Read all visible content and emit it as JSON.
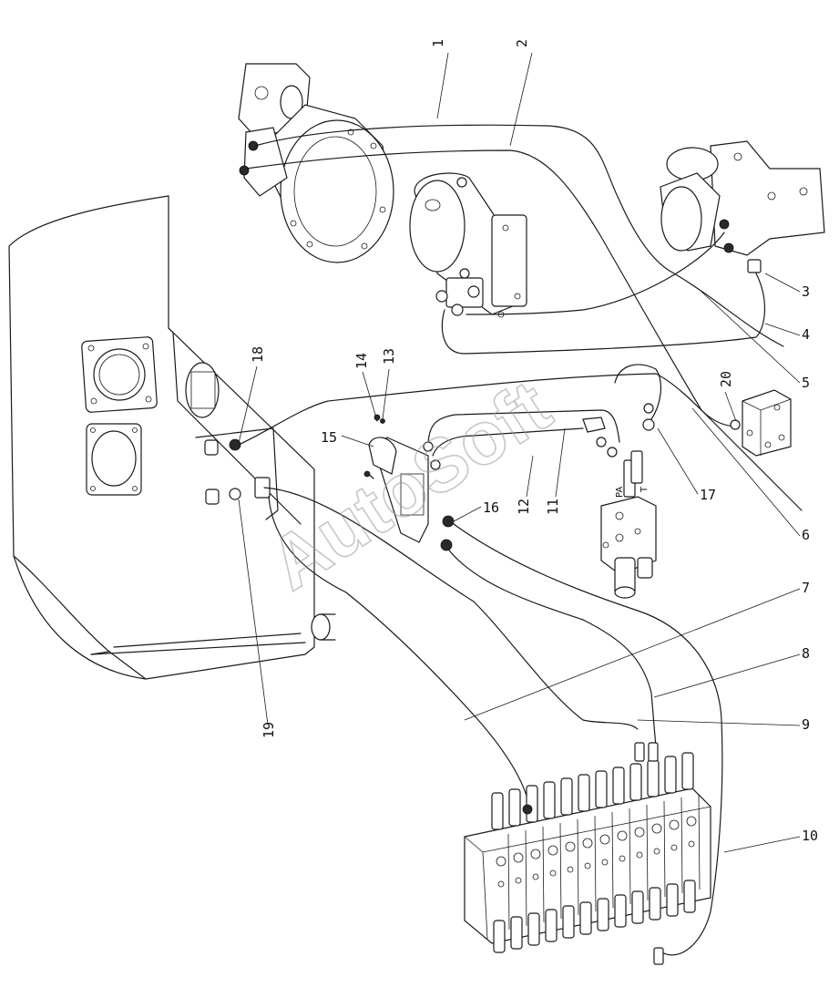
{
  "watermark": "AutoSoft",
  "port_labels": {
    "pilot": "PA",
    "tank": "T"
  },
  "callouts": [
    "1",
    "2",
    "3",
    "4",
    "5",
    "6",
    "7",
    "8",
    "9",
    "10",
    "11",
    "12",
    "13",
    "14",
    "15",
    "16",
    "17",
    "18",
    "19",
    "20"
  ]
}
